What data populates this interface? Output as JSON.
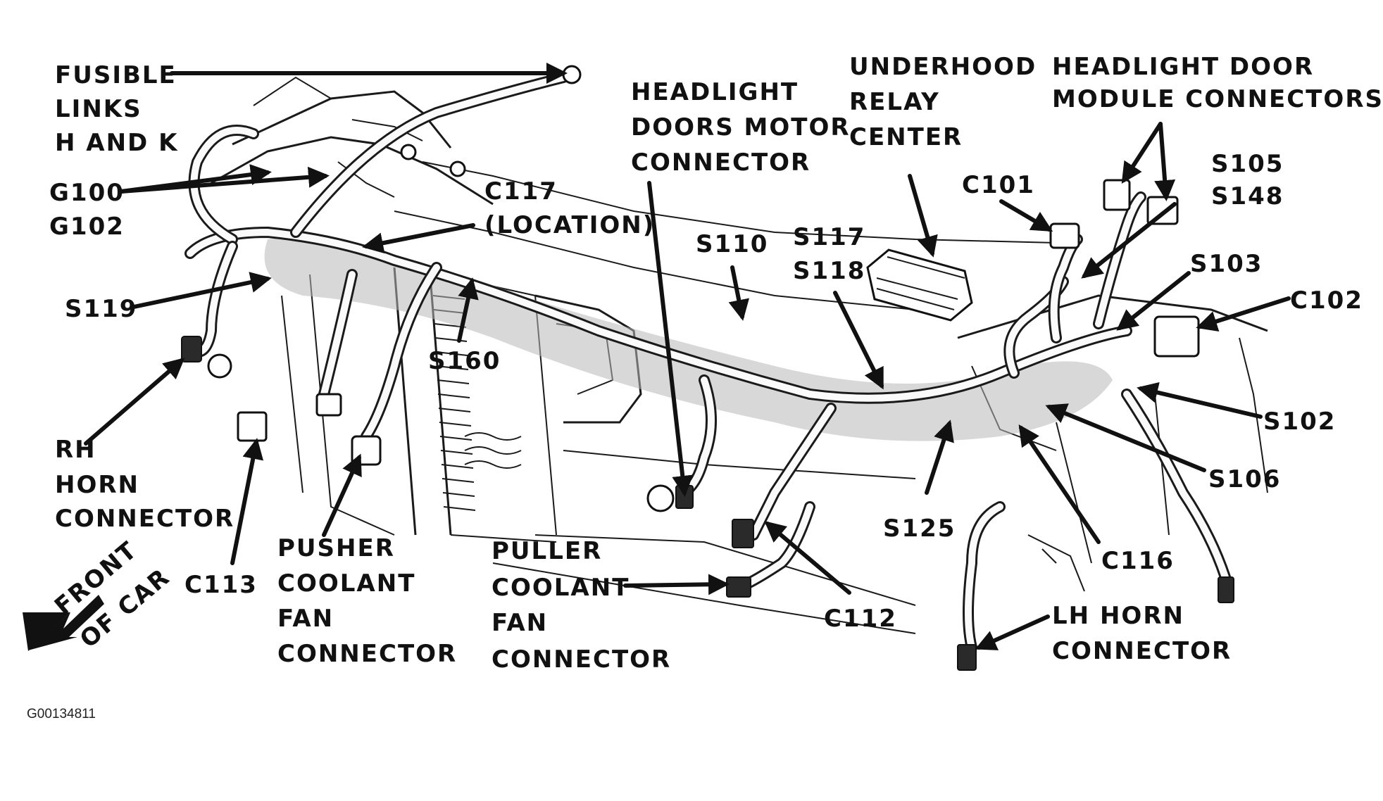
{
  "labels": {
    "fusible_links": [
      "FUSIBLE",
      "LINKS",
      "H AND K"
    ],
    "g100": "G100",
    "g102": "G102",
    "c117": [
      "C117",
      "(LOCATION)"
    ],
    "s119": "S119",
    "s160": "S160",
    "rh_horn": [
      "RH",
      "HORN",
      "CONNECTOR"
    ],
    "c113": "C113",
    "pusher_fan": [
      "PUSHER",
      "COOLANT",
      "FAN",
      "CONNECTOR"
    ],
    "puller_fan": [
      "PULLER",
      "COOLANT",
      "FAN",
      "CONNECTOR"
    ],
    "headlight_doors_motor": [
      "HEADLIGHT",
      "DOORS MOTOR",
      "CONNECTOR"
    ],
    "s110": "S110",
    "s117": "S117",
    "s118": "S118",
    "underhood_relay": [
      "UNDERHOOD",
      "RELAY",
      "CENTER"
    ],
    "c101": "C101",
    "headlight_door_module": [
      "HEADLIGHT DOOR",
      "MODULE CONNECTORS"
    ],
    "s105": "S105",
    "s148": "S148",
    "s103": "S103",
    "c102": "C102",
    "s102": "S102",
    "s106": "S106",
    "c116": "C116",
    "s125": "S125",
    "c112": "C112",
    "lh_horn": [
      "LH HORN",
      "CONNECTOR"
    ],
    "front_of_car": [
      "FRONT",
      "OF CAR"
    ]
  },
  "figure_id": "G00134811",
  "colors": {
    "ink": "#111111",
    "shade": "#b8b8b8",
    "background": "#ffffff"
  }
}
